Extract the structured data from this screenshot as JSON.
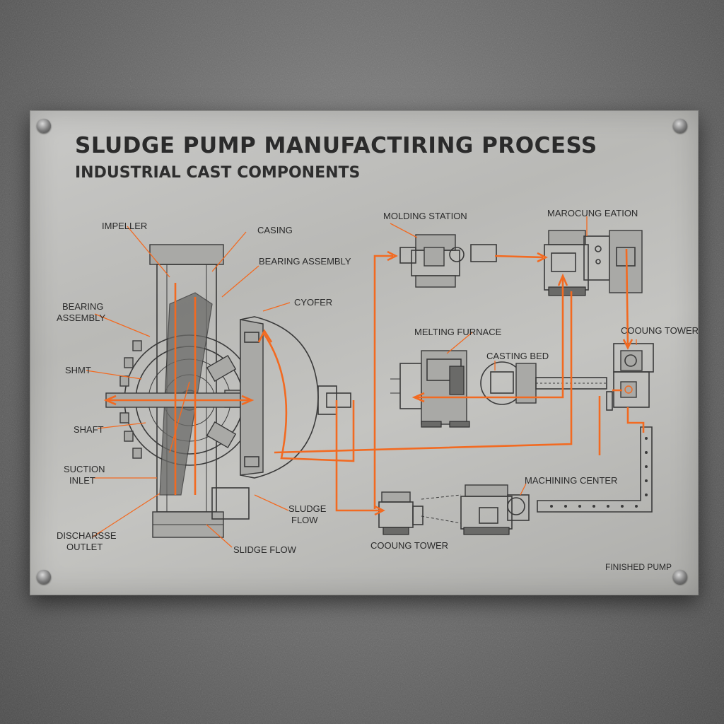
{
  "title": "SLUDGE PUMP MANUFACTIRING PROCESS",
  "subtitle": "INDUSTRIAL CAST COMPONENTS",
  "colors": {
    "flow": "#f26a21",
    "ink": "#3a3a3a",
    "plate": "#c2c2bf",
    "wall": "#6e6e6e"
  },
  "pump_labels": {
    "impeller": "IMPELLER",
    "casing": "CASING",
    "bearing_assembly_top": "BEARING ASSEMBLY",
    "bearing_assembly_left_1": "BEARING",
    "bearing_assembly_left_2": "ASSEMBLY",
    "cover": "CYOFER",
    "shaft_1": "SHMT",
    "shaft_2": "SHAFT",
    "suction_inlet_1": "SUCTION",
    "suction_inlet_2": "INLET",
    "discharge_outlet_1": "DISCHARSSE",
    "discharge_outlet_2": "OUTLET",
    "sludge_flow_right_1": "SLUDGE",
    "sludge_flow_right_2": "FLOW",
    "sludge_flow_bottom": "SLIDGE FLOW"
  },
  "process_labels": {
    "molding_station": "MOLDING STATION",
    "marking_station": "MAROCUNG EATION",
    "melting_furnace": "MELTING FURNACE",
    "casting_bed": "CASTING BED",
    "cooling_tower_right": "COOUNG TOWER",
    "machining_center": "MACHINING CENTER",
    "cooling_tower_bottom": "COOUNG TOWER",
    "finished_pump": "FINISHED PUMP"
  }
}
